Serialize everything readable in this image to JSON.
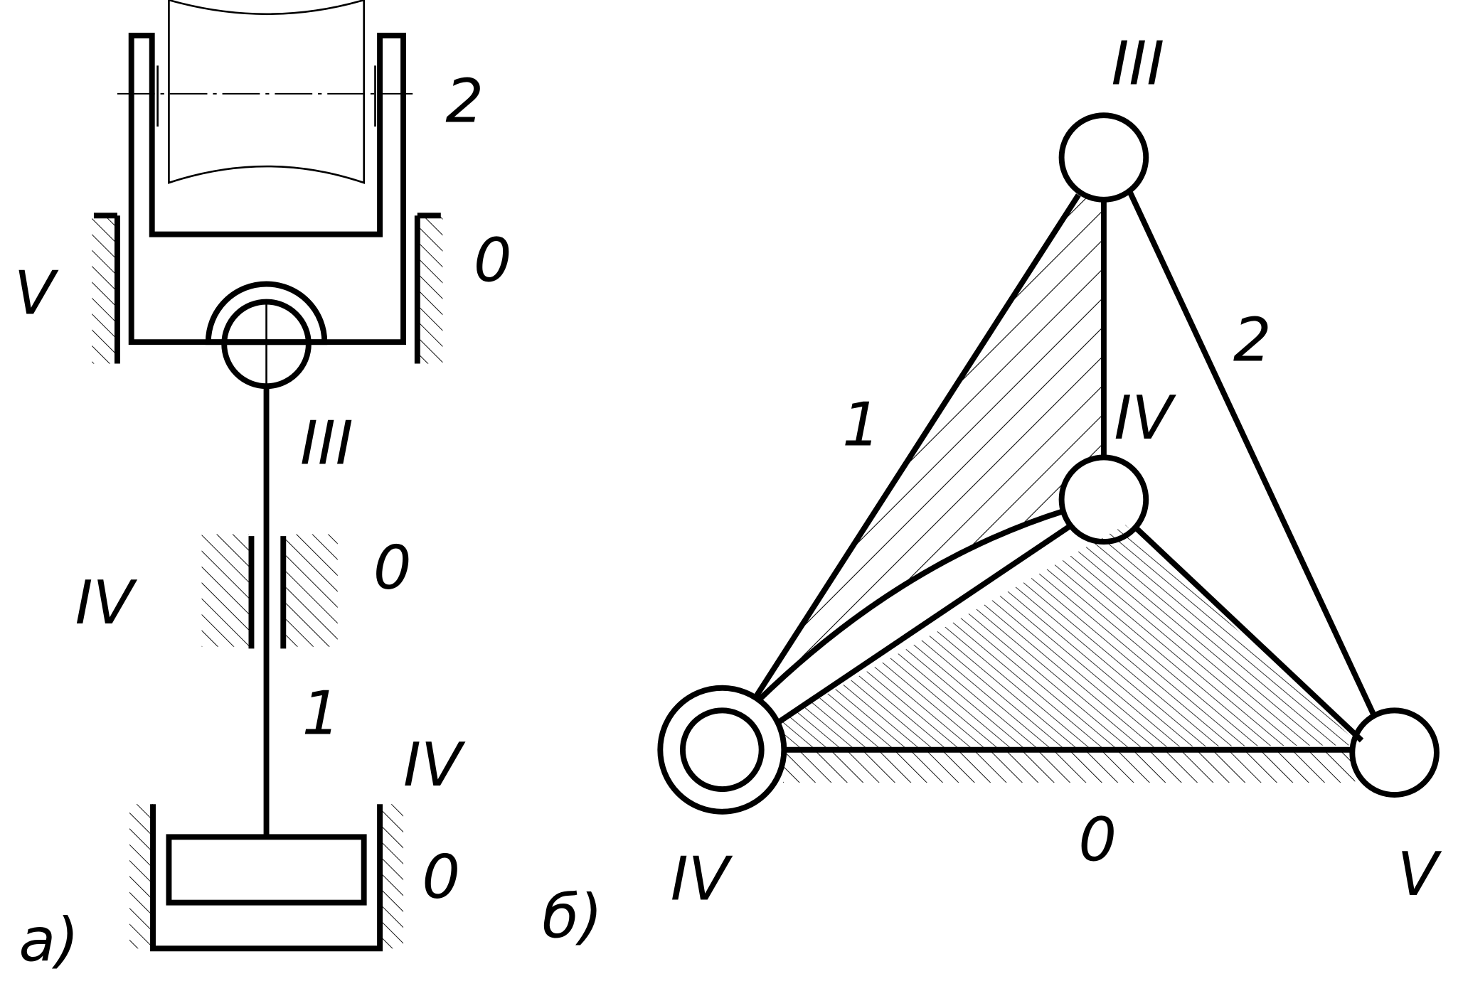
{
  "figure_a": {
    "caption": "а)",
    "labels": {
      "link_2": "2",
      "joint_V": "V",
      "frame_0_top": "0",
      "joint_III": "III",
      "joint_IV_mid": "IV",
      "frame_0_mid": "0",
      "link_1": "1",
      "joint_IV_bottom": "IV",
      "frame_0_bottom": "0"
    }
  },
  "figure_b": {
    "caption": "б)",
    "labels": {
      "node_III": "III",
      "edge_2": "2",
      "edge_1": "1",
      "edge_IV": "IV",
      "node_IV": "IV",
      "edge_0": "0",
      "node_V": "V"
    }
  },
  "colors": {
    "ink": "#000000",
    "paper": "#ffffff"
  }
}
